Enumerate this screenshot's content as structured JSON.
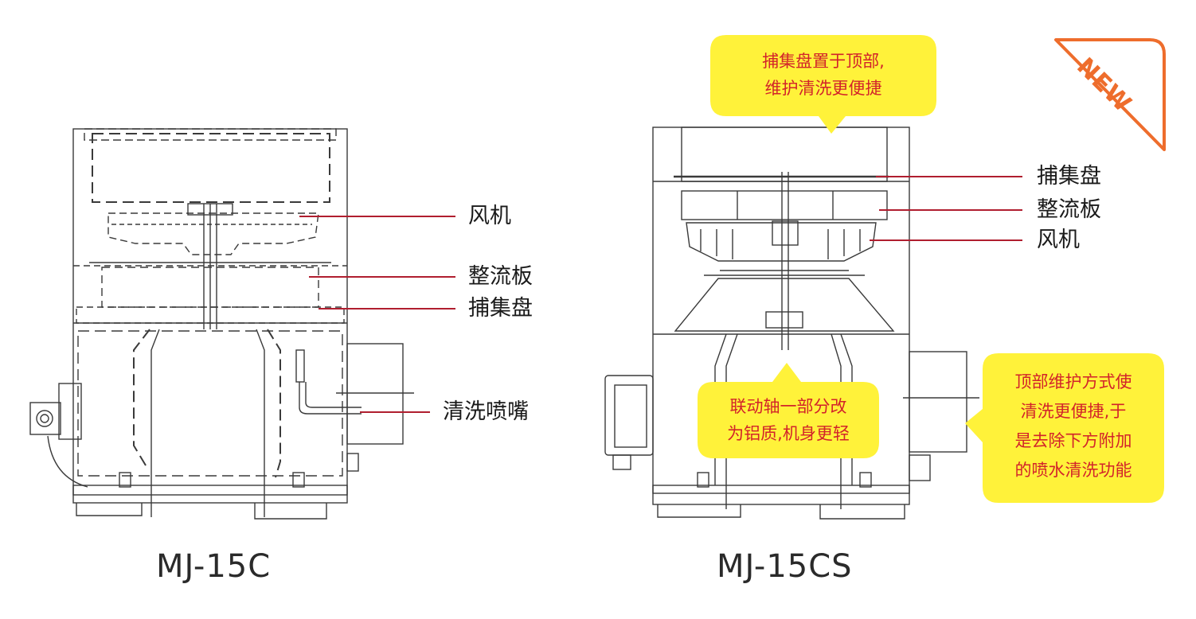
{
  "models": {
    "left": "MJ-15C",
    "right": "MJ-15CS"
  },
  "left_labels": {
    "fan": "风机",
    "straightener": "整流板",
    "collector": "捕集盘",
    "nozzle": "清洗喷嘴"
  },
  "right_labels": {
    "collector": "捕集盘",
    "straightener": "整流板",
    "fan": "风机"
  },
  "callouts": {
    "top": [
      "捕集盘置于顶部,",
      "维护清洗更便捷"
    ],
    "shaft": [
      "联动轴一部分改",
      "为铝质,机身更轻"
    ],
    "maintenance": [
      "顶部维护方式使",
      "清洗更便捷,于",
      "是去除下方附加",
      "的喷水清洗功能"
    ]
  },
  "badge": {
    "text": "NEW"
  },
  "colors": {
    "leader": "#b01e2f",
    "callout_bg": "#fff23a",
    "callout_text": "#d2232a",
    "badge": "#ee6d2c",
    "line": "#3a3a3a"
  }
}
